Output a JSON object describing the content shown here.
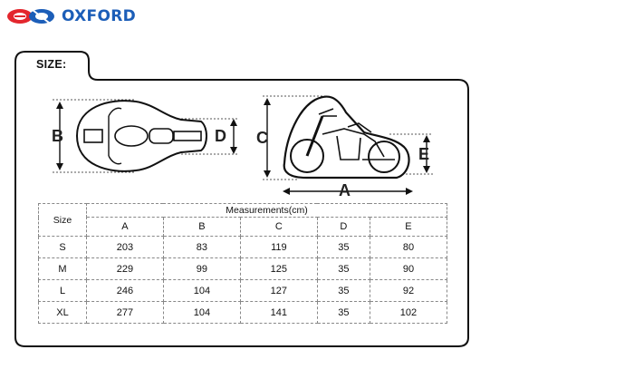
{
  "brand": {
    "name": "OXFORD",
    "color": "#1c5eb8",
    "accent": "#e3262d",
    "icon": "oxford-logo-icon"
  },
  "panel": {
    "title": "SIZE:"
  },
  "diagram": {
    "top_view": {
      "labels": {
        "b": "B",
        "d": "D"
      }
    },
    "side_view": {
      "labels": {
        "c": "C",
        "e": "E",
        "a": "A"
      }
    }
  },
  "table": {
    "size_header": "Size",
    "group_header": "Measurements(cm)",
    "columns": [
      "A",
      "B",
      "C",
      "D",
      "E"
    ],
    "rows": [
      {
        "size": "S",
        "values": [
          "203",
          "83",
          "119",
          "35",
          "80"
        ]
      },
      {
        "size": "M",
        "values": [
          "229",
          "99",
          "125",
          "35",
          "90"
        ]
      },
      {
        "size": "L",
        "values": [
          "246",
          "104",
          "127",
          "35",
          "92"
        ]
      },
      {
        "size": "XL",
        "values": [
          "277",
          "104",
          "141",
          "35",
          "102"
        ]
      }
    ]
  }
}
